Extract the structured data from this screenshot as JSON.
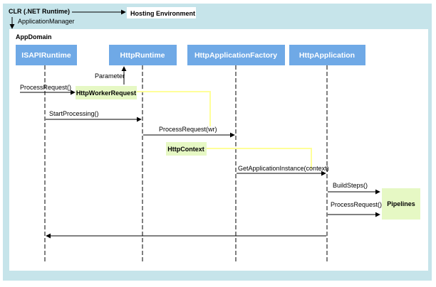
{
  "colors": {
    "outer_bg": "#c6e4ea",
    "inner_bg": "#ffffff",
    "header_bg": "#6fa9e6",
    "note_bg": "#e6f8c4",
    "connector": "#ffff99",
    "hosting_bg": "#ffffff"
  },
  "top": {
    "clr": "CLR (.NET Runtime)",
    "hosting": "Hosting Environment",
    "app_manager": "ApplicationManager"
  },
  "appdomain": {
    "label": "AppDomain"
  },
  "headers": {
    "isapi": "ISAPIRuntime",
    "httpruntime": "HttpRuntime",
    "factory": "HttpApplicationFactory",
    "application": "HttpApplication"
  },
  "notes": {
    "worker_request": "HttpWorkerRequest",
    "context": "HttpContext",
    "pipelines": "Pipelines"
  },
  "messages": {
    "parameter": "Parameter",
    "process_request": "ProcessRequest()",
    "start_processing": "StartProcessing()",
    "process_request_wr": "ProcessRequest(wr)",
    "get_app_instance": "GetApplicationInstance(context)",
    "build_steps": "BuildSteps()",
    "process_request_app": "ProcessRequest()"
  }
}
